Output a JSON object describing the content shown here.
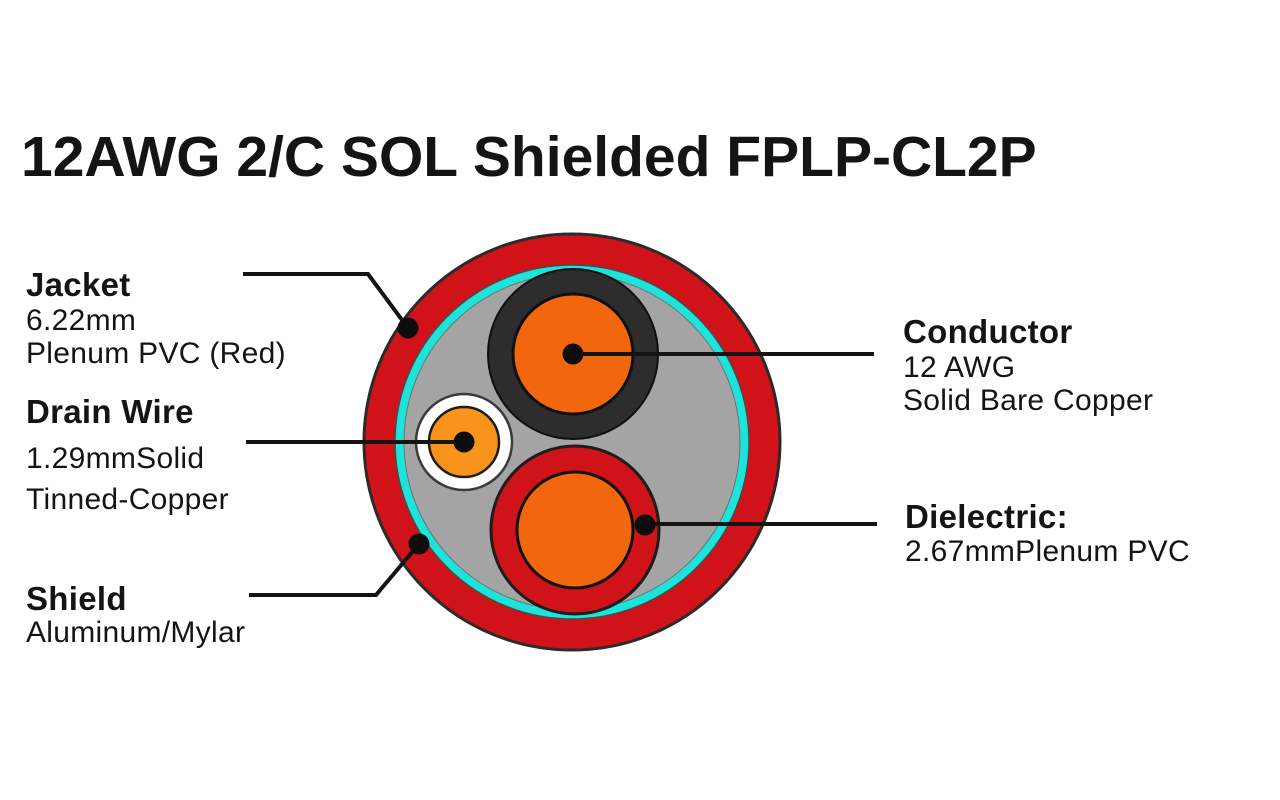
{
  "title": "12AWG 2/C SOL Shielded FPLP-CL2P",
  "labels": {
    "jacket": {
      "name": "Jacket",
      "line1": "6.22mm",
      "line2": "Plenum PVC (Red)"
    },
    "drain_wire": {
      "name": "Drain Wire",
      "line1": "1.29mmSolid",
      "line2": "Tinned-Copper"
    },
    "shield": {
      "name": "Shield",
      "line1": "Aluminum/Mylar"
    },
    "conductor": {
      "name": "Conductor",
      "line1": "12 AWG",
      "line2": "Solid Bare Copper"
    },
    "dielectric": {
      "name": "Dielectric:",
      "line1": "2.67mmPlenum PVC"
    }
  },
  "colors": {
    "jacket_red": "#d01318",
    "shield_cyan": "#1ce4da",
    "filler_gray": "#a5a4a4",
    "dielectric_black": "#2d2d2d",
    "dielectric_red": "#d01318",
    "conductor_orange": "#f2670d",
    "drain_orange": "#f8941c",
    "drain_white": "#ffffff",
    "leader_black": "#141414"
  }
}
